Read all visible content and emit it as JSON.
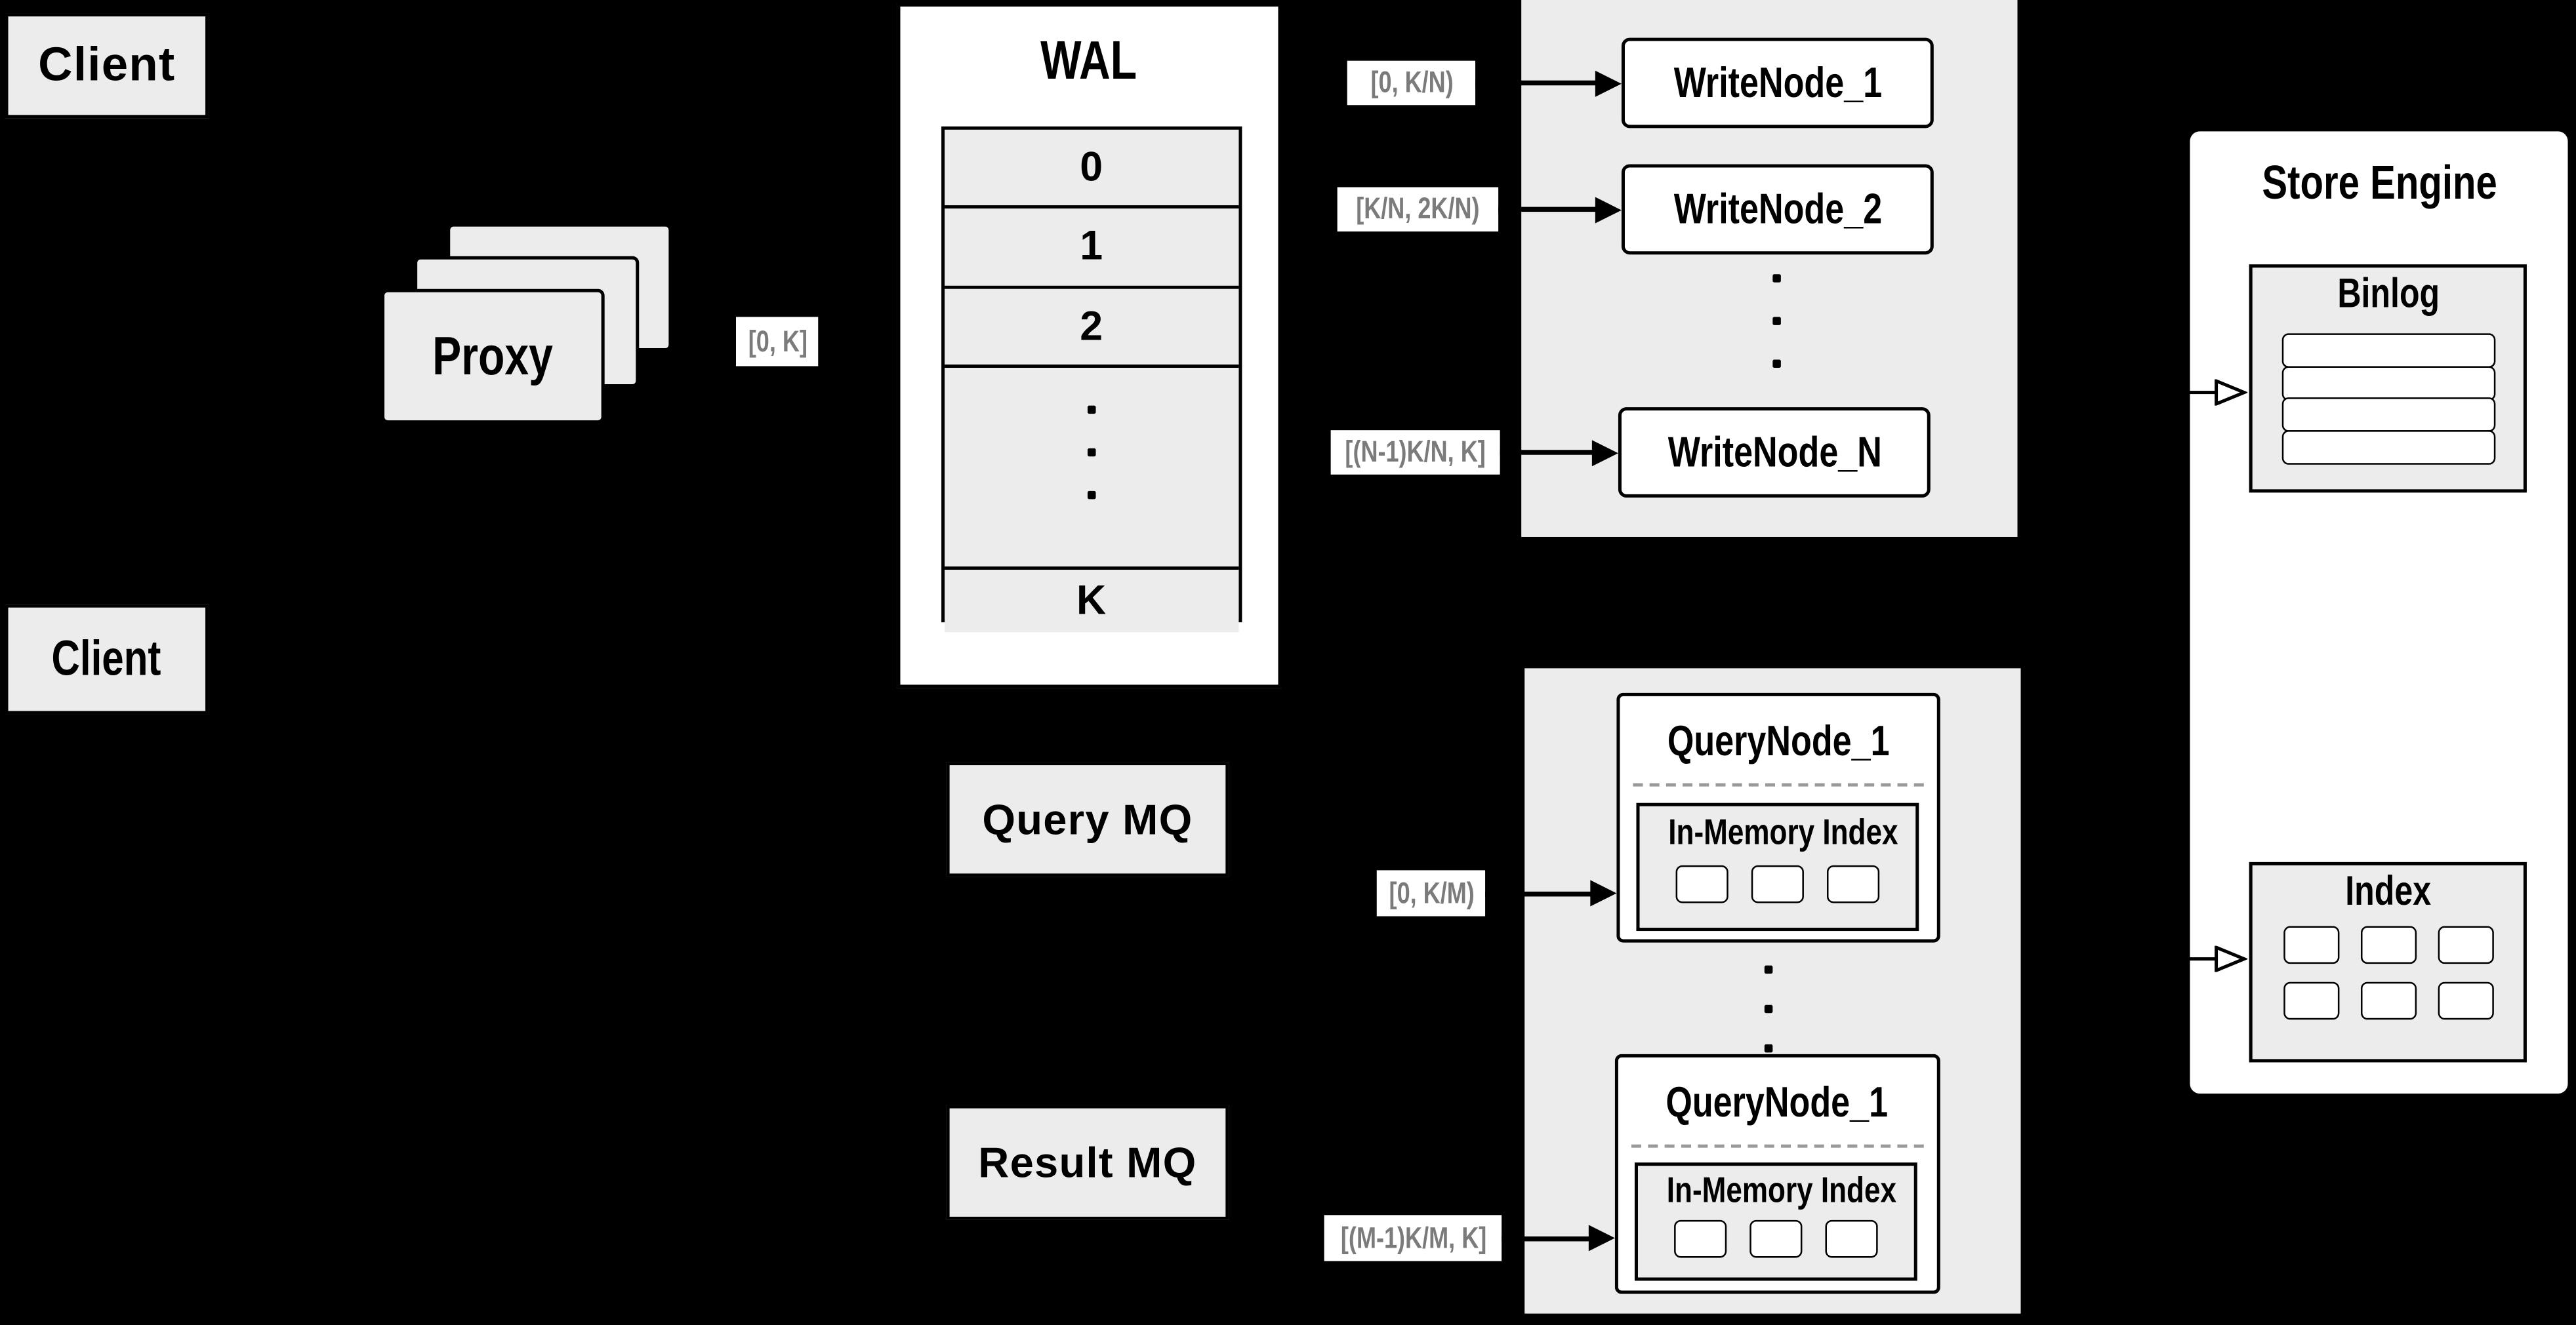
{
  "diagram": {
    "client_top": "Client",
    "client_bottom": "Client",
    "proxy": {
      "label": "Proxy",
      "range": "[0, K]"
    },
    "wal": {
      "title": "WAL",
      "rows": [
        "0",
        "1",
        "2"
      ],
      "last_row": "K"
    },
    "write_cluster": {
      "ranges": [
        "[0, K/N)",
        "[K/N, 2K/N)",
        "[(N-1)K/N, K]"
      ],
      "nodes": [
        "WriteNode_1",
        "WriteNode_2",
        "WriteNode_N"
      ]
    },
    "mq": {
      "query": "Query MQ",
      "result": "Result MQ"
    },
    "query_cluster": {
      "ranges": [
        "[0, K/M)",
        "[(M-1)K/M, K]"
      ],
      "node_top": {
        "title": "QueryNode_1",
        "subtitle": "In-Memory Index"
      },
      "node_bottom": {
        "title": "QueryNode_1",
        "subtitle": "In-Memory Index"
      }
    },
    "store_engine": {
      "title": "Store Engine",
      "binlog_title": "Binlog",
      "index_title": "Index"
    },
    "colors": {
      "background": "#000000",
      "panel_gray": "#ececec",
      "node_white": "#ffffff",
      "border_black": "#000000",
      "range_label_text": "#7b7b7b"
    }
  }
}
